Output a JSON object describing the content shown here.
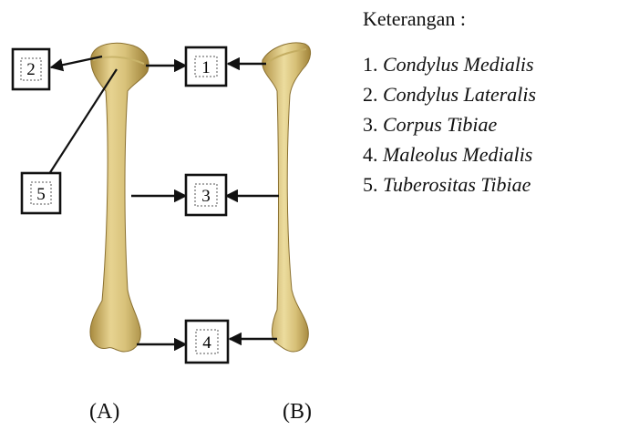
{
  "diagram": {
    "boxes": [
      "1",
      "2",
      "3",
      "4",
      "5"
    ],
    "captions": {
      "a": "(A)",
      "b": "(B)"
    }
  },
  "legend": {
    "title": "Keterangan :",
    "items": [
      {
        "num": "1.",
        "term": "Condylus Medialis"
      },
      {
        "num": "2.",
        "term": "Condylus Lateralis"
      },
      {
        "num": "3.",
        "term": "Corpus Tibiae"
      },
      {
        "num": "4.",
        "term": "Maleolus Medialis"
      },
      {
        "num": "5.",
        "term": "Tuberositas Tibiae"
      }
    ]
  },
  "colors": {
    "bone": "#d8c27a",
    "bone_shadow": "#b09548",
    "bone_highlight": "#efe0a6",
    "line": "#111111"
  }
}
